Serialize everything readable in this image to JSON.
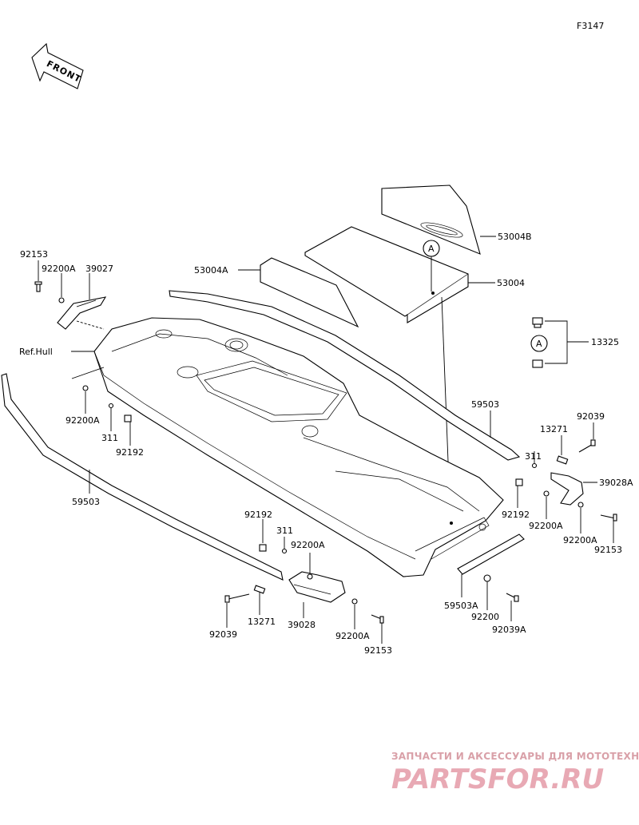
{
  "figure_code": "F3147",
  "front_label": "FRONT",
  "ref_label": "Ref.Hull",
  "circle_marker": "A",
  "parts": {
    "p53004B": "53004B",
    "p53004": "53004",
    "p53004A": "53004A",
    "p13325": "13325",
    "p92153_tl": "92153",
    "p92200A_tl": "92200A",
    "p39027": "39027",
    "p92200A_l": "92200A",
    "p311_l": "311",
    "p92192_l": "92192",
    "p59503_left": "59503",
    "p59503_right": "59503",
    "p13271_r": "13271",
    "p92039_r": "92039",
    "p311_r": "311",
    "p39028A": "39028A",
    "p92192_r": "92192",
    "p92200A_r1": "92200A",
    "p92200A_r2": "92200A",
    "p92153_r": "92153",
    "p92192_b": "92192",
    "p311_b": "311",
    "p92200A_b1": "92200A",
    "p92039_b": "92039",
    "p13271_b": "13271",
    "p39028": "39028",
    "p92200A_b2": "92200A",
    "p92153_b": "92153",
    "p59503A": "59503A",
    "p92200": "92200",
    "p92039A": "92039A"
  },
  "watermark": {
    "line1": "ЗАПЧАСТИ И АКСЕССУАРЫ ДЛЯ МОТОТЕХНИКИ",
    "line2": "PARTSFOR.RU"
  }
}
